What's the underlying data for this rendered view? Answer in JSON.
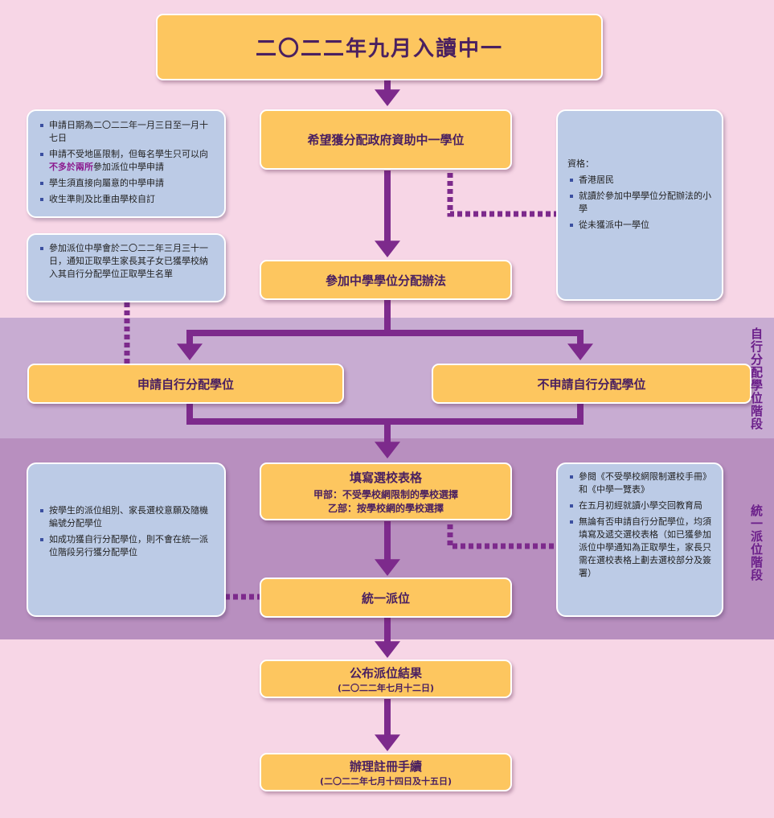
{
  "title": "二〇二二年九月入讀中一",
  "boxes": {
    "wish": "希望獲分配政府資助中一學位",
    "join": "參加中學學位分配辦法",
    "apply_dp": "申請自行分配學位",
    "not_apply_dp": "不申請自行分配學位",
    "form_title": "填寫選校表格",
    "form_a": "甲部：不受學校網限制的學校選擇",
    "form_b": "乙部：按學校網的學校選擇",
    "cp": "統一派位",
    "result_title": "公布派位結果",
    "result_date": "(二〇二二年七月十二日)",
    "register_title": "辦理註冊手續",
    "register_date": "(二〇二二年七月十四日及十五日)"
  },
  "notes": {
    "dp_info": {
      "item1": "申請日期為二〇二二年一月三日至一月十七日",
      "item2_pre": "申請不受地區限制，但每名學生只可以向",
      "item2_hl": "不多於兩所",
      "item2_post": "參加派位中學申請",
      "item3": "學生須直接向屬意的中學申請",
      "item4": "收生準則及比重由學校自訂"
    },
    "dp_notify": {
      "item1": "參加派位中學會於二〇二二年三月三十一日，通知正取學生家長其子女已獲學校納入其自行分配學位正取學生名單"
    },
    "eligibility": {
      "heading": "資格：",
      "item1": "香港居民",
      "item2": "就讀於參加中學學位分配辦法的小學",
      "item3": "從未獲派中一學位"
    },
    "allocation": {
      "item1": "按學生的派位組別、家長選校意願及隨機編號分配學位",
      "item2": "如成功獲自行分配學位，則不會在統一派位階段另行獲分配學位"
    },
    "form_info": {
      "item1": "參閱《不受學校網限制選校手冊》和《中學一覽表》",
      "item2": "在五月初經就讀小學交回教育局",
      "item3": "無論有否申請自行分配學位，均須填寫及遞交選校表格（如已獲參加派位中學通知為正取學生，家長只需在選校表格上劃去選校部分及簽署）"
    }
  },
  "stages": {
    "dp": "自行分配學位階段",
    "cp": "統一派位階段"
  },
  "colors": {
    "box": "#fdc65f",
    "note": "#bccbe6",
    "arrow": "#7d2a8c",
    "band1": "#c8acd2",
    "band2": "#b88fbf",
    "background": "#f7d6e6"
  }
}
